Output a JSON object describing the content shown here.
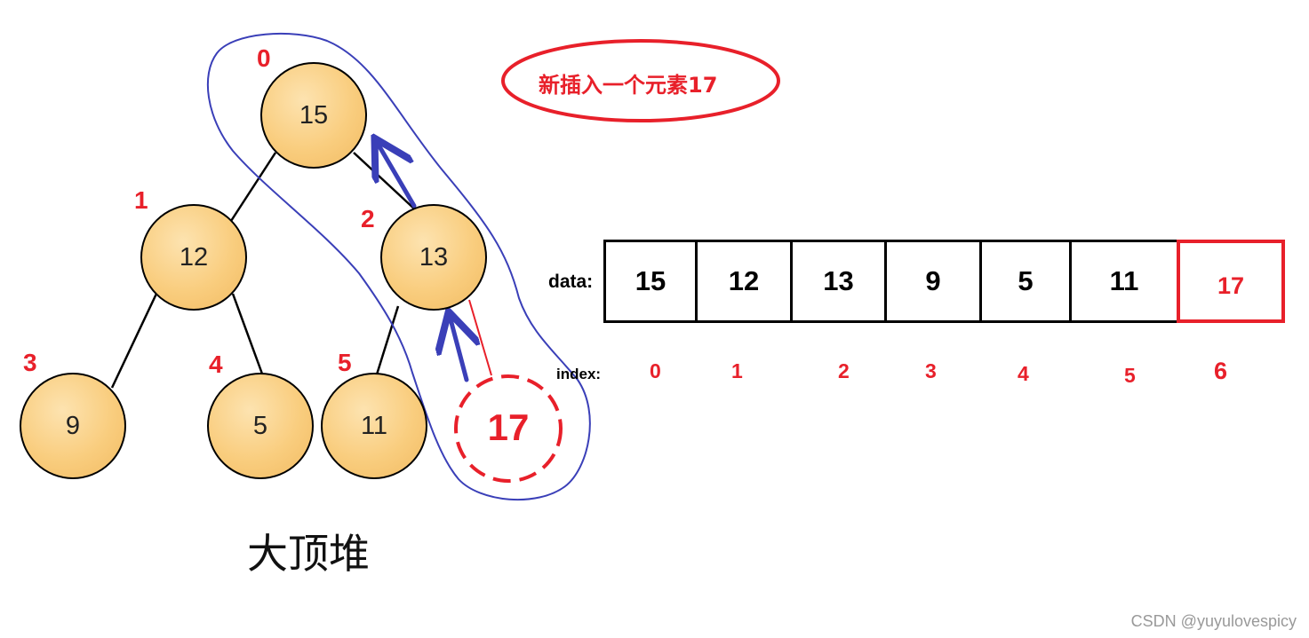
{
  "tree": {
    "nodes": [
      {
        "value": "15",
        "index": "0"
      },
      {
        "value": "12",
        "index": "1"
      },
      {
        "value": "13",
        "index": "2"
      },
      {
        "value": "9",
        "index": "3"
      },
      {
        "value": "5",
        "index": "4"
      },
      {
        "value": "11",
        "index": "5"
      }
    ],
    "new_node": {
      "value": "17"
    },
    "label": "大顶堆"
  },
  "callout": {
    "text": "新插入一个元素17"
  },
  "array": {
    "data_label": "data:",
    "index_label": "index:",
    "cells": [
      "15",
      "12",
      "13",
      "9",
      "5",
      "11",
      "17"
    ],
    "indices": [
      "0",
      "1",
      "2",
      "3",
      "4",
      "5",
      "6"
    ]
  },
  "watermark": "CSDN @yuyulovespicy",
  "colors": {
    "node_fill": "#f9cd7e",
    "accent_red": "#e8202a",
    "path_blue": "#3a3fb8"
  }
}
